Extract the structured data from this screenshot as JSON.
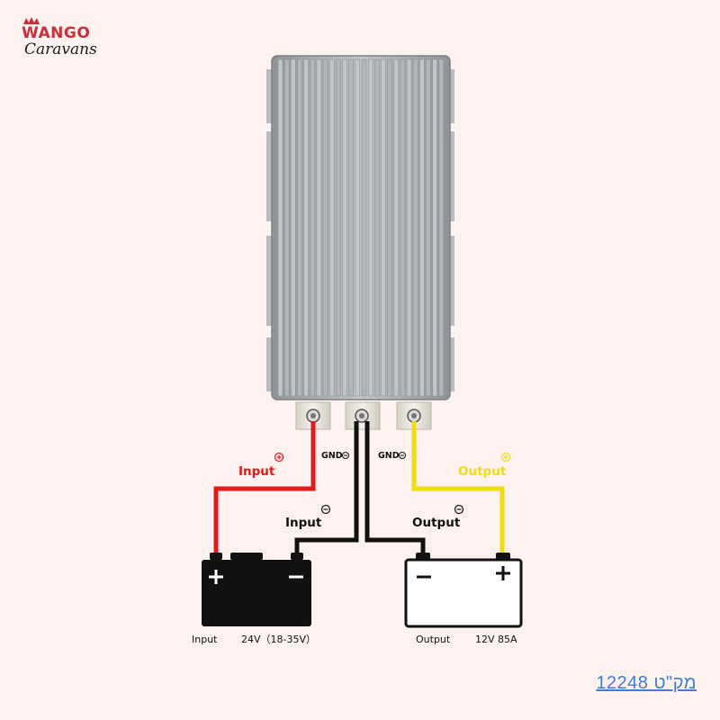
{
  "brand": {
    "line1": "WANGO",
    "line2": "Caravans"
  },
  "labels": {
    "input_pos": "Input",
    "input_neg": "Input",
    "output_pos": "Output",
    "output_neg": "Output",
    "gnd_left": "GND",
    "gnd_right": "GND"
  },
  "batteries": {
    "input_caption": "Input",
    "input_spec": "24V（18-35V）",
    "output_caption": "Output",
    "output_spec": "12V 85A"
  },
  "sku": "מק\"ט 12248",
  "colors": {
    "background": "#fdf2ef",
    "wire_red": "#e01b1b",
    "wire_yellow": "#f2dc10",
    "wire_black": "#111111",
    "brand_red": "#c8313a",
    "sku_blue": "#3d7fd8",
    "converter_body": "#a9acaf"
  },
  "icons": {
    "plus": "plus-circle-icon",
    "minus": "minus-circle-icon",
    "terminal_plus": "plus-sign-icon",
    "terminal_minus": "minus-sign-icon"
  }
}
